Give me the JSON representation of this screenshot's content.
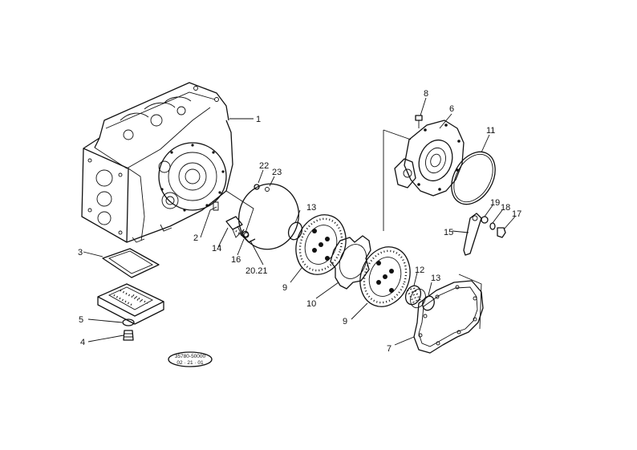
{
  "diagram": {
    "labels": {
      "p1": "1",
      "p2": "2",
      "p3": "3",
      "p4": "4",
      "p5": "5",
      "p6": "6",
      "p7": "7",
      "p8": "8",
      "p9a": "9",
      "p9b": "9",
      "p10": "10",
      "p11": "11",
      "p12": "12",
      "p13a": "13",
      "p13b": "13",
      "p14": "14",
      "p15": "15",
      "p16": "16",
      "p17": "17",
      "p18": "18",
      "p19": "19",
      "p2021": "20.21",
      "p22": "22",
      "p23": "23"
    },
    "stamp": {
      "line1": "35780-50000",
      "line2": "02 · 21 · 01"
    }
  }
}
